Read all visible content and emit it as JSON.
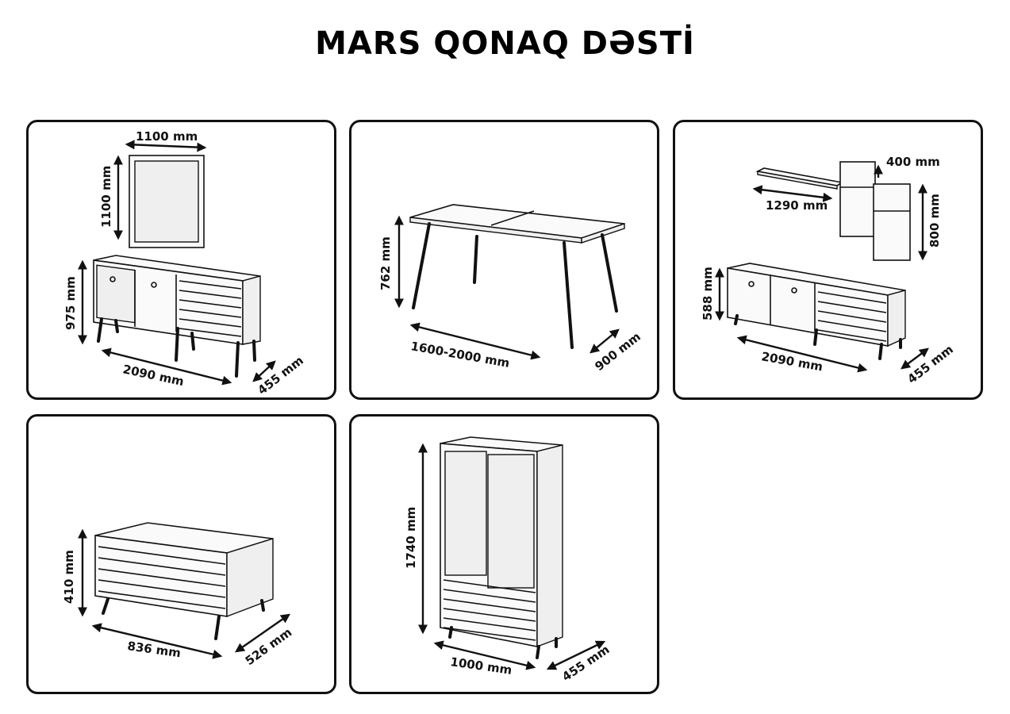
{
  "page": {
    "title": "MARS QONAQ DƏSTİ"
  },
  "panels": {
    "sideboard": {
      "mirror_width": "1100 mm",
      "mirror_height": "1100 mm",
      "height": "975 mm",
      "width": "2090 mm",
      "depth": "455 mm"
    },
    "table": {
      "height": "762 mm",
      "length": "1600-2000 mm",
      "depth": "900 mm"
    },
    "tv_unit": {
      "shelf_depth": "400 mm",
      "shelf_width": "1290 mm",
      "shelf_height": "800 mm",
      "height": "588 mm",
      "width": "2090 mm",
      "depth": "455 mm"
    },
    "coffee_table": {
      "height": "410 mm",
      "width": "836 mm",
      "depth": "526 mm"
    },
    "wardrobe": {
      "height": "1740 mm",
      "width": "1000 mm",
      "depth": "455 mm"
    }
  }
}
